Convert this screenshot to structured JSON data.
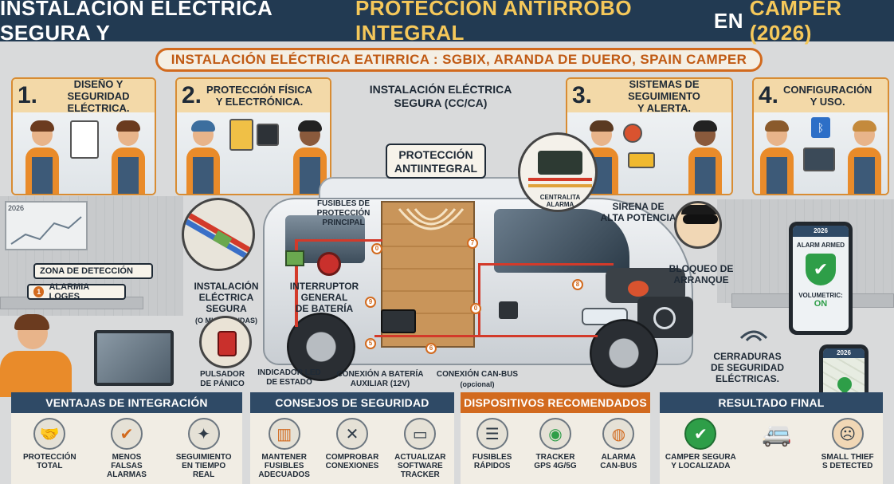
{
  "header": {
    "title_part1": "INSTALACIÓN ELÉCTRICA SEGURA Y",
    "title_part2": "PROTECCIÓN ANTIRROBO INTEGRAL",
    "title_part3": "EN",
    "title_part4": "CAMPER (2026)"
  },
  "subtitle": "INSTALACIÓN ELÉCTRICA EATIRRICA : SGBIX, ARANDA DE DUERO, SPAIN CAMPER",
  "steps": [
    {
      "num": "1.",
      "title_l1": "DISEÑO Y SEGURIDAD",
      "title_l2": "ELÉCTRICA."
    },
    {
      "num": "2.",
      "title_l1": "PROTECCIÓN FÍSICA",
      "title_l2": "Y ELECTRÓNICA."
    },
    {
      "num": "3.",
      "title_l1": "SISTEMAS DE SEGUIMIENTO",
      "title_l2": "Y ALERTA."
    },
    {
      "num": "4.",
      "title_l1": "CONFIGURACIÓN",
      "title_l2": "Y USO."
    }
  ],
  "center_title": {
    "l1": "INSTALACIÓN ELÉCTRICA",
    "l2": "SEGURA (CC/CA)"
  },
  "callouts": {
    "proteccion_l1": "PROTECCIÓN",
    "proteccion_l2": "ANTIINTEGRAL",
    "fusibles_l1": "FUSIBLES DE",
    "fusibles_l2": "PROTECCIÓN",
    "fusibles_l3": "PRINCIPAL",
    "centralita_l1": "CENTRALITA",
    "centralita_l2": "ALARMA",
    "sirena_l1": "SIRENA DE",
    "sirena_l2": "ALTA POTENCIA",
    "bloqueo_l1": "BLOQUEO DE",
    "bloqueo_l2": "ARRANQUE",
    "zona": "ZONA DE DETECCIÓN",
    "alarmia_num": "1",
    "alarmia": "ALARMIA LOGES",
    "instal_l1": "INSTALACIÓN",
    "instal_l2": "ELÉCTRICA SEGURA",
    "instal_l3": "(O MICROONDAS)",
    "interruptor_l1": "INTERRUPTOR",
    "interruptor_l2": "GENERAL",
    "interruptor_l3": "DE BATERÍA",
    "pulsador_l1": "PULSADOR",
    "pulsador_l2": "DE PÁNICO",
    "indicador_l1": "INDICADOR LED",
    "indicador_l2": "DE ESTADO",
    "conexion_bat_l1": "CONEXIÓN A BATERÍA",
    "conexion_bat_l2": "AUXILIAR (12V)",
    "canbus_l1": "CONEXIÓN CAN-BUS",
    "canbus_l2": "(opcional)",
    "cerraduras_l1": "CERRADURAS",
    "cerraduras_l2": "DE SEGURIDAD",
    "cerraduras_l3": "ELÉCTRICAS."
  },
  "phone_main": {
    "year": "2026",
    "status": "ALARM ARMED",
    "mode_label": "VOLUMETRIC:",
    "mode_value": "ON"
  },
  "phone_map": {
    "year": "2026"
  },
  "wall_year": "2026",
  "sections": [
    {
      "title": "VENTAJAS DE INTEGRACIÓN",
      "color": "#2f4a66",
      "items": [
        {
          "icon": "handshake-icon",
          "glyph": "🤝",
          "l1": "PROTECCIÓN",
          "l2": "TOTAL"
        },
        {
          "icon": "shield-check-icon",
          "glyph": "✔",
          "l1": "MENOS FALSAS",
          "l2": "ALARMAS"
        },
        {
          "icon": "satellite-icon",
          "glyph": "✦",
          "l1": "SEGUIMIENTO",
          "l2": "EN TIEMPO REAL"
        }
      ]
    },
    {
      "title": "CONSEJOS DE SEGURIDAD",
      "color": "#2f4a66",
      "items": [
        {
          "icon": "fuse-icon",
          "glyph": "▥",
          "l1": "MANTENER",
          "l2": "FUSIBLES",
          "l3": "ADECUADOS"
        },
        {
          "icon": "tools-icon",
          "glyph": "✕",
          "l1": "COMPROBAR",
          "l2": "CONEXIONES"
        },
        {
          "icon": "tablet-icon",
          "glyph": "▭",
          "l1": "ACTUALIZAR",
          "l2": "SOFTWARE",
          "l3": "TRACKER"
        }
      ]
    },
    {
      "title": "DISPOSITIVOS RECOMENDADOS",
      "color": "#d26a1e",
      "items": [
        {
          "icon": "fuse-box-icon",
          "glyph": "☰",
          "l1": "FUSIBLES",
          "l2": "RÁPIDOS"
        },
        {
          "icon": "gps-tracker-icon",
          "glyph": "◉",
          "l1": "TRACKER",
          "l2": "GPS 4G/5G"
        },
        {
          "icon": "alarm-device-icon",
          "glyph": "◍",
          "l1": "ALARMA",
          "l2": "CAN-BUS"
        }
      ]
    },
    {
      "title": "RESULTADO FINAL",
      "color": "#2f4a66",
      "items": [
        {
          "icon": "check-circle-icon",
          "glyph": "✔",
          "l1": "CAMPER SEGURA",
          "l2": "Y LOCALIZADA"
        },
        {
          "icon": "van-icon",
          "glyph": "🚐",
          "l1": "",
          "l2": ""
        },
        {
          "icon": "thief-icon",
          "glyph": "☹",
          "l1": "SMALL THIEF",
          "l2": "S DETECTED"
        }
      ]
    }
  ],
  "colors": {
    "header_bg": "#223a52",
    "accent_yellow": "#f5c85a",
    "accent_orange": "#d26a1e",
    "panel": "#f7f3ea",
    "shield_green": "#2e9e48"
  }
}
